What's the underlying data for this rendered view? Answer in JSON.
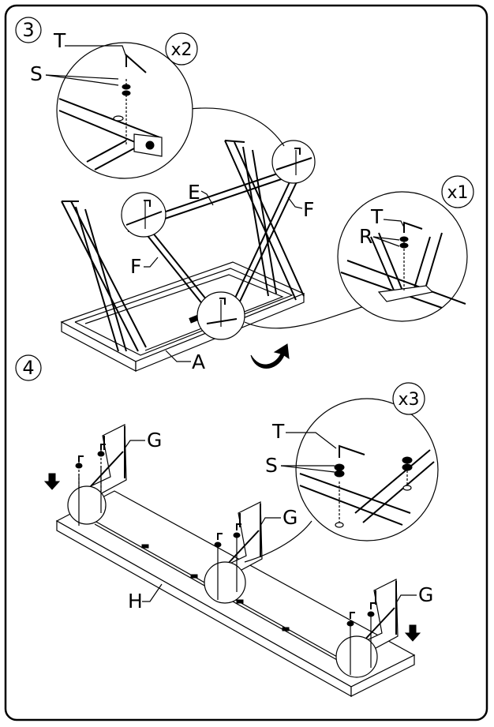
{
  "steps": [
    {
      "number": "3",
      "callouts": [
        {
          "multiplier": "x2",
          "parts": [
            "T",
            "S"
          ]
        },
        {
          "multiplier": "x1",
          "parts": [
            "T",
            "R"
          ]
        }
      ],
      "part_labels": [
        "E",
        "F",
        "F",
        "A"
      ]
    },
    {
      "number": "4",
      "callouts": [
        {
          "multiplier": "x3",
          "parts": [
            "T",
            "S"
          ]
        }
      ],
      "part_labels": [
        "G",
        "G",
        "G",
        "H"
      ]
    }
  ],
  "icons": [
    "rotate-arrow-icon",
    "down-arrow-icon"
  ]
}
